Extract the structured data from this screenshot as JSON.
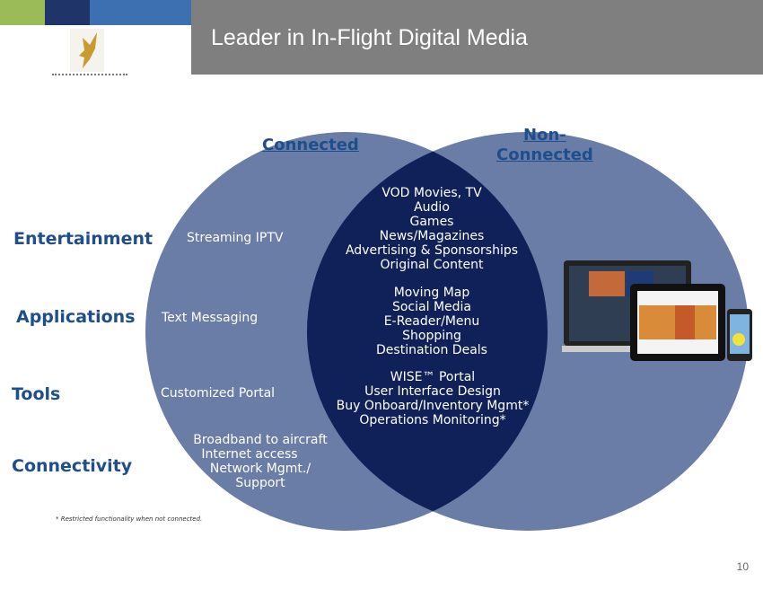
{
  "title": "Leader in In-Flight Digital Media",
  "colors": {
    "green": "#9bbb59",
    "navy": "#1f3468",
    "blue": "#3d70b0",
    "gray": "#7f7f7f",
    "circle": "#6a7da6",
    "lens": "#0f2158"
  },
  "headers": {
    "connected": "Connected",
    "non_connected_1": "Non-",
    "non_connected_2": "Connected"
  },
  "categories": [
    "Entertainment",
    "Applications",
    "Tools",
    "Connectivity"
  ],
  "connected_items": {
    "entertainment": "Streaming IPTV",
    "applications": "Text Messaging",
    "tools": "Customized Portal",
    "connectivity": [
      "Broadband to aircraft",
      "Internet access",
      "Network Mgmt./",
      "Support"
    ]
  },
  "both_items": {
    "entertainment": [
      "VOD Movies, TV",
      "Audio",
      "Games",
      "News/Magazines",
      "Advertising & Sponsorships",
      "Original Content"
    ],
    "applications": [
      "Moving Map",
      "Social Media",
      "E-Reader/Menu",
      "Shopping",
      "Destination Deals"
    ],
    "tools": [
      "WISE™ Portal",
      "User Interface Design",
      "Buy Onboard/Inventory Mgmt*",
      "Operations Monitoring*"
    ]
  },
  "footnote": "* Restricted functionality when not connected.",
  "page_number": "10"
}
